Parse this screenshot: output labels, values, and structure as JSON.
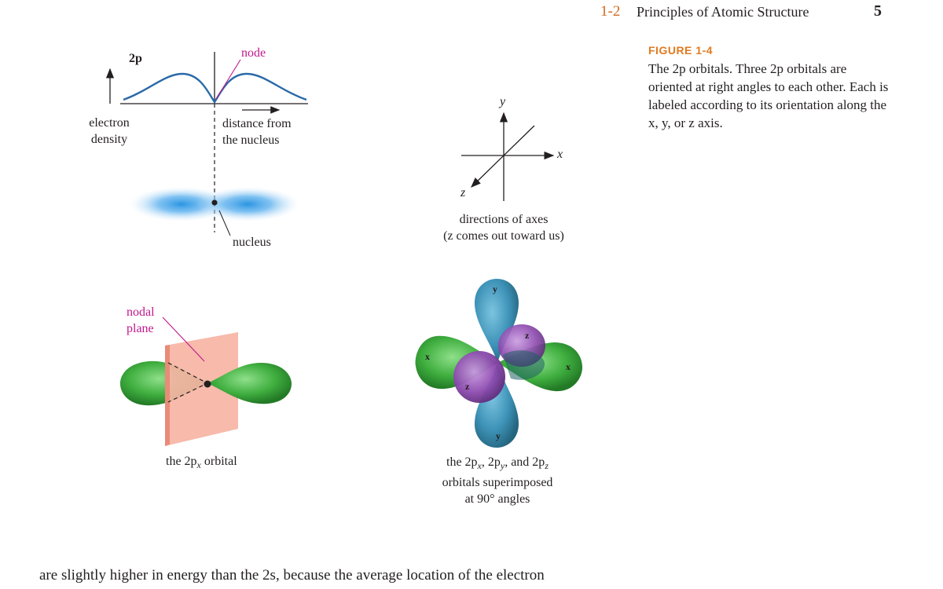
{
  "header": {
    "section_number": "1-2",
    "section_title": "Principles of Atomic Structure",
    "page_number": "5"
  },
  "figure": {
    "label": "FIGURE 1-4",
    "caption": "The 2p orbitals. Three 2p orbitals are oriented at right angles to each other. Each is labeled according to its orientation along the x, y, or z axis."
  },
  "density_plot": {
    "curve_label": "2p",
    "node_label": "node",
    "ylabel_line1": "electron",
    "ylabel_line2": "density",
    "xlabel_line1": "distance from",
    "xlabel_line2": "the nucleus",
    "nucleus_label": "nucleus"
  },
  "axes_diagram": {
    "x_label": "x",
    "y_label": "y",
    "z_label": "z",
    "caption_line1": "directions of axes",
    "caption_line2": "(z comes out toward us)"
  },
  "px_orbital": {
    "nodal_label_line1": "nodal",
    "nodal_label_line2": "plane",
    "caption_prefix": "the 2p",
    "caption_sub": "x",
    "caption_suffix": " orbital"
  },
  "superimposed": {
    "lobe_labels": [
      "y",
      "y",
      "x",
      "x",
      "z",
      "z"
    ],
    "caption_line1_a": "the 2p",
    "caption_line1_sub_x": "x",
    "caption_line1_sep1": ", 2p",
    "caption_line1_sub_y": "y",
    "caption_line1_sep2": ", and 2p",
    "caption_line1_sub_z": "z",
    "caption_line2": "orbitals superimposed",
    "caption_line3": "at 90° angles"
  },
  "body_text": "are slightly higher in energy than the 2s, because the average location of the electron",
  "colors": {
    "section_orange": "#d2691e",
    "figure_label_orange": "#e07b20",
    "node_magenta": "#c2188b",
    "curve_blue": "#2a6aa8",
    "cloud_blue": "#1f8fe0",
    "lobe_green": "#3fae3f",
    "lobe_teal": "#3e93b8",
    "lobe_purple": "#8e4bb0",
    "plane_salmon": "#f6b4a4"
  }
}
